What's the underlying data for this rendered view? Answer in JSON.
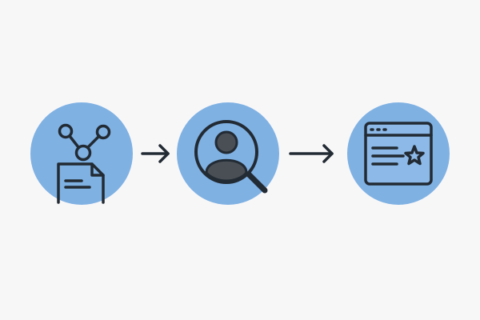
{
  "diagram": {
    "type": "process-flow",
    "stages": [
      {
        "icon": "network-document-icon"
      },
      {
        "icon": "user-search-icon"
      },
      {
        "icon": "browser-star-icon"
      }
    ],
    "connectors": [
      {
        "from": 0,
        "to": 1,
        "icon": "arrow-right-icon"
      },
      {
        "from": 1,
        "to": 2,
        "icon": "arrow-right-icon"
      }
    ]
  },
  "colors": {
    "background": "#f7f7f8",
    "circle_fill": "#7fb1e3",
    "stroke": "#222a33",
    "panel_fill": "#8cb9e7",
    "user_fill": "#4a4f55"
  }
}
